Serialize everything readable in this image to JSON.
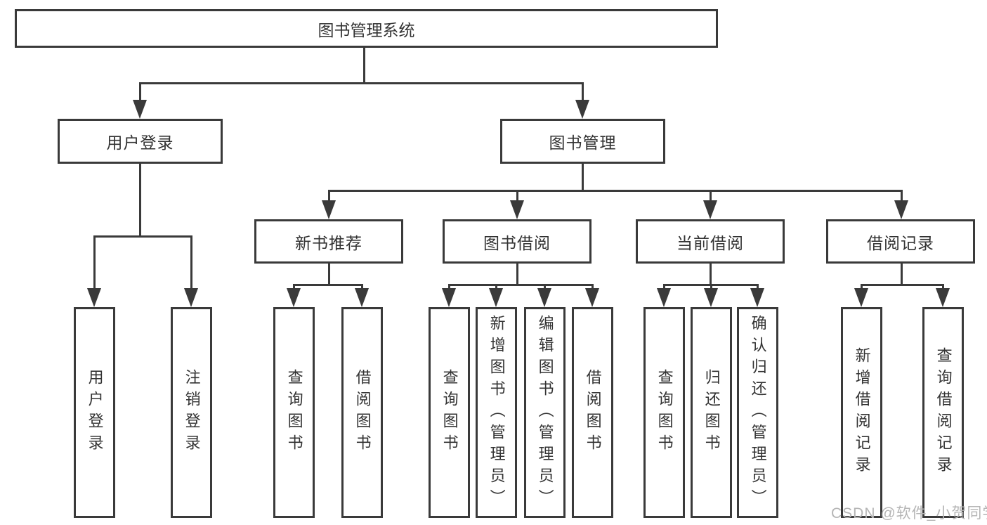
{
  "diagram": {
    "type": "hierarchy-tree",
    "tree": {
      "label": "图书管理系统",
      "children": [
        {
          "label": "用户登录",
          "children": [
            {
              "label": "用户登录"
            },
            {
              "label": "注销登录"
            }
          ]
        },
        {
          "label": "图书管理",
          "children": [
            {
              "label": "新书推荐",
              "children": [
                {
                  "label": "查询图书"
                },
                {
                  "label": "借阅图书"
                }
              ]
            },
            {
              "label": "图书借阅",
              "children": [
                {
                  "label": "查询图书"
                },
                {
                  "label": "新增图书（管理员）"
                },
                {
                  "label": "编辑图书（管理员）"
                },
                {
                  "label": "借阅图书"
                }
              ]
            },
            {
              "label": "当前借阅",
              "children": [
                {
                  "label": "查询图书"
                },
                {
                  "label": "归还图书"
                },
                {
                  "label": "确认归还（管理员）"
                }
              ]
            },
            {
              "label": "借阅记录",
              "children": [
                {
                  "label": "新增借阅记录"
                },
                {
                  "label": "查询借阅记录"
                }
              ]
            }
          ]
        }
      ]
    }
  },
  "watermark": "CSDN @软件_小贺同学",
  "colors": {
    "line": "#3a3a3a",
    "text": "#333333",
    "watermark": "#b5b5b5",
    "background": "#ffffff"
  }
}
